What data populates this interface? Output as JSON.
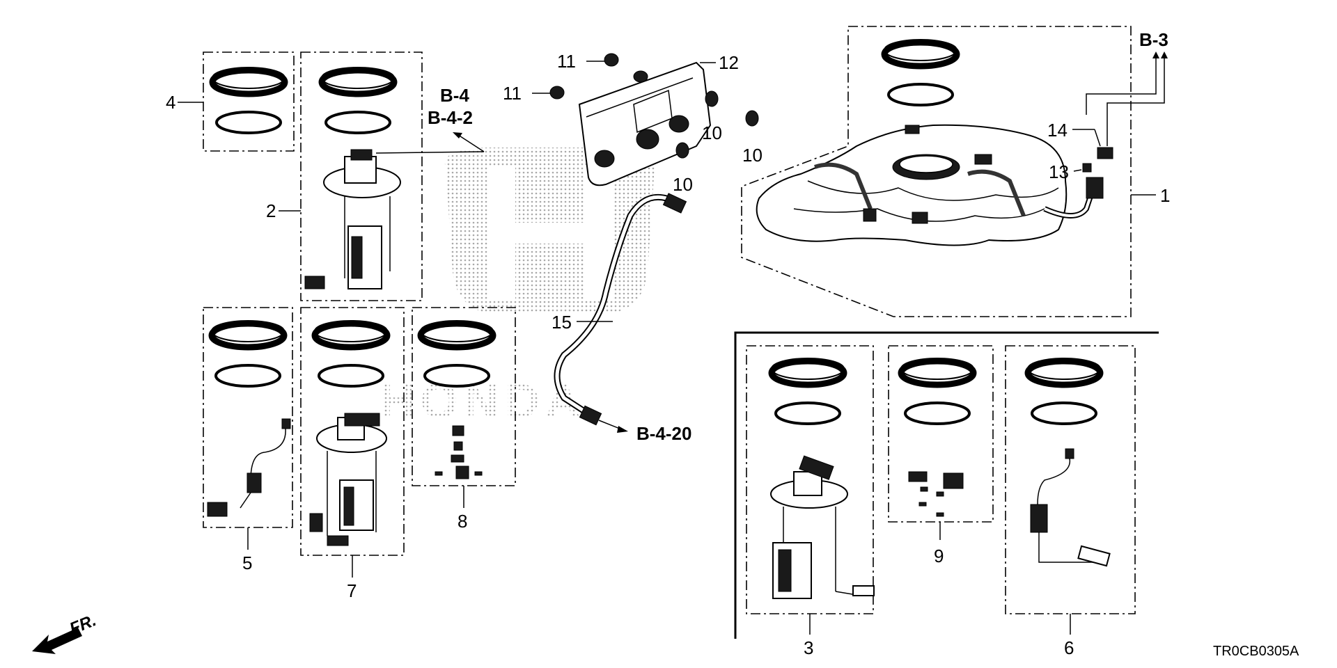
{
  "diagram": {
    "part_code": "TR0CB0305A",
    "front_marker": "FR.",
    "ref_labels": {
      "b4": "B-4",
      "b42": "B-4-2",
      "b3": "B-3",
      "b420": "B-4-20"
    },
    "callouts": {
      "c1": "1",
      "c2": "2",
      "c3": "3",
      "c4": "4",
      "c5": "5",
      "c6": "6",
      "c7": "7",
      "c8": "8",
      "c9": "9",
      "c10a": "10",
      "c10b": "10",
      "c10c": "10",
      "c11a": "11",
      "c11b": "11",
      "c12": "12",
      "c13": "13",
      "c14": "14",
      "c15": "15"
    }
  }
}
